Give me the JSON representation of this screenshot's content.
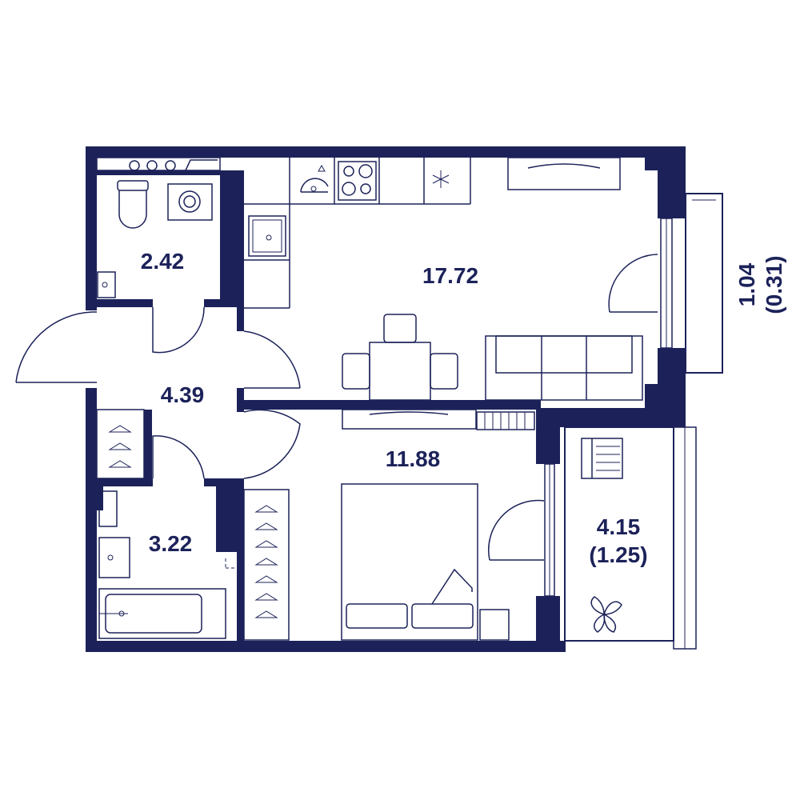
{
  "colors": {
    "wall": "#1c2259",
    "background": "#ffffff"
  },
  "rooms": {
    "bathroom": {
      "area": "2.42"
    },
    "kitchen_living": {
      "area": "17.72"
    },
    "hall": {
      "area": "4.39"
    },
    "bedroom": {
      "area": "11.88"
    },
    "toilet": {
      "area": "3.22"
    },
    "loggia": {
      "area_line1": "4.15",
      "area_line2": "(1.25)"
    },
    "balcony": {
      "area_line1": "1.04",
      "area_line2": "(0.31)"
    }
  },
  "icons": [
    "toilet-icon",
    "washing-machine-icon",
    "sink-icon",
    "stove-icon",
    "faucet-icon",
    "snowflake-icon",
    "dining-table-icon",
    "sofa-icon",
    "bed-icon",
    "hanger-icon",
    "bathtub-icon",
    "radiator-icon",
    "plant-icon",
    "drying-rack-icon"
  ]
}
